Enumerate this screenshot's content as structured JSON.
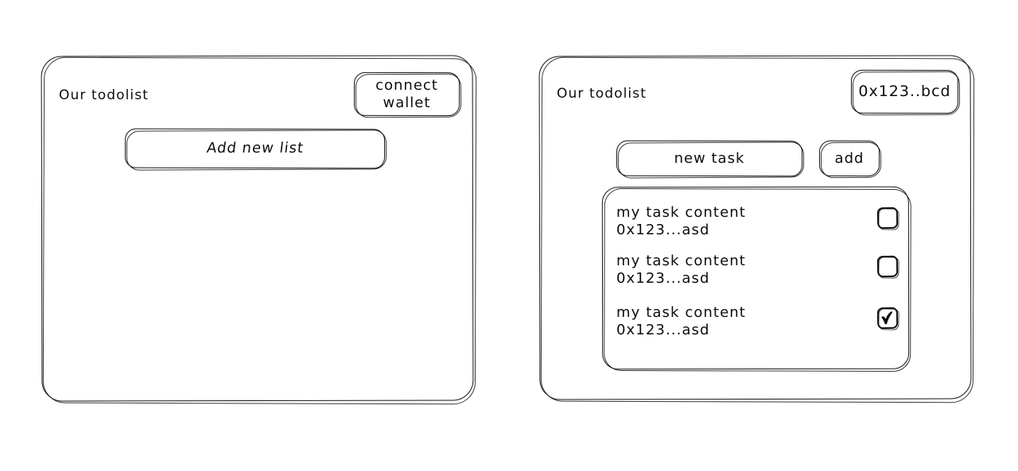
{
  "background": "#ffffff",
  "ink": "#111111",
  "screens": [
    {
      "id": "disconnected",
      "title": "Our todolist",
      "wallet_button": {
        "name": "connect-wallet-button",
        "line1": "connect",
        "line2": "wallet"
      },
      "add_list_button": {
        "name": "add-new-list-button",
        "label": "Add new list"
      }
    },
    {
      "id": "connected",
      "title": "Our todolist",
      "wallet_button": {
        "name": "wallet-address-button",
        "line1": "0x123..bcd",
        "line2": ""
      },
      "new_task_input": {
        "name": "new-task-input",
        "value": "new task",
        "placeholder": "new task"
      },
      "add_button": {
        "name": "add-task-button",
        "label": "add"
      },
      "tasks": [
        {
          "content": "my task content",
          "address": "0x123...asd",
          "checked": false
        },
        {
          "content": "my task content",
          "address": "0x123...asd",
          "checked": false
        },
        {
          "content": "my task content",
          "address": "0x123...asd",
          "checked": true
        }
      ]
    }
  ]
}
